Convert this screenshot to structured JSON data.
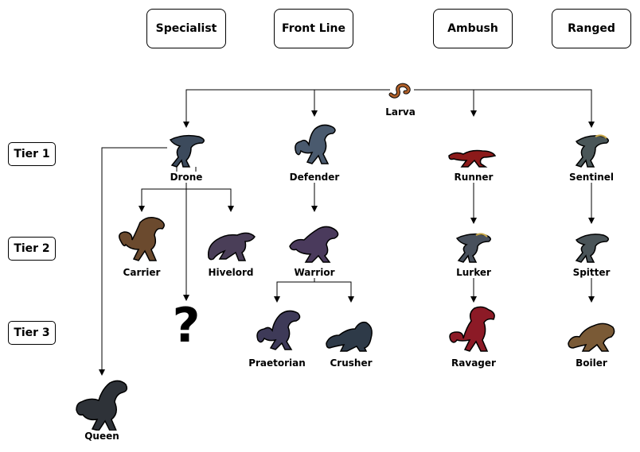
{
  "roles": {
    "specialist": "Specialist",
    "front_line": "Front Line",
    "ambush": "Ambush",
    "ranged": "Ranged"
  },
  "tiers": {
    "tier1": "Tier 1",
    "tier2": "Tier 2",
    "tier3": "Tier 3"
  },
  "nodes": {
    "larva": "Larva",
    "drone": "Drone",
    "defender": "Defender",
    "runner": "Runner",
    "sentinel": "Sentinel",
    "carrier": "Carrier",
    "hivelord": "Hivelord",
    "warrior": "Warrior",
    "lurker": "Lurker",
    "spitter": "Spitter",
    "praetorian": "Praetorian",
    "crusher": "Crusher",
    "ravager": "Ravager",
    "boiler": "Boiler",
    "queen": "Queen",
    "unknown": "?"
  },
  "colors": {
    "line": "#000000",
    "drone": "#3c4a5c",
    "defender": "#4a5a6e",
    "runner": "#8c1a1a",
    "sentinel": "#4a5658",
    "carrier": "#6b4a2e",
    "hivelord": "#4a3e58",
    "warrior": "#4a3a5c",
    "lurker": "#48505c",
    "spitter": "#4a5458",
    "praetorian": "#3e3a58",
    "crusher": "#2e3a48",
    "ravager": "#8c1a26",
    "boiler": "#7a5a36",
    "queen": "#2e3238",
    "larva": "#b0602a"
  }
}
